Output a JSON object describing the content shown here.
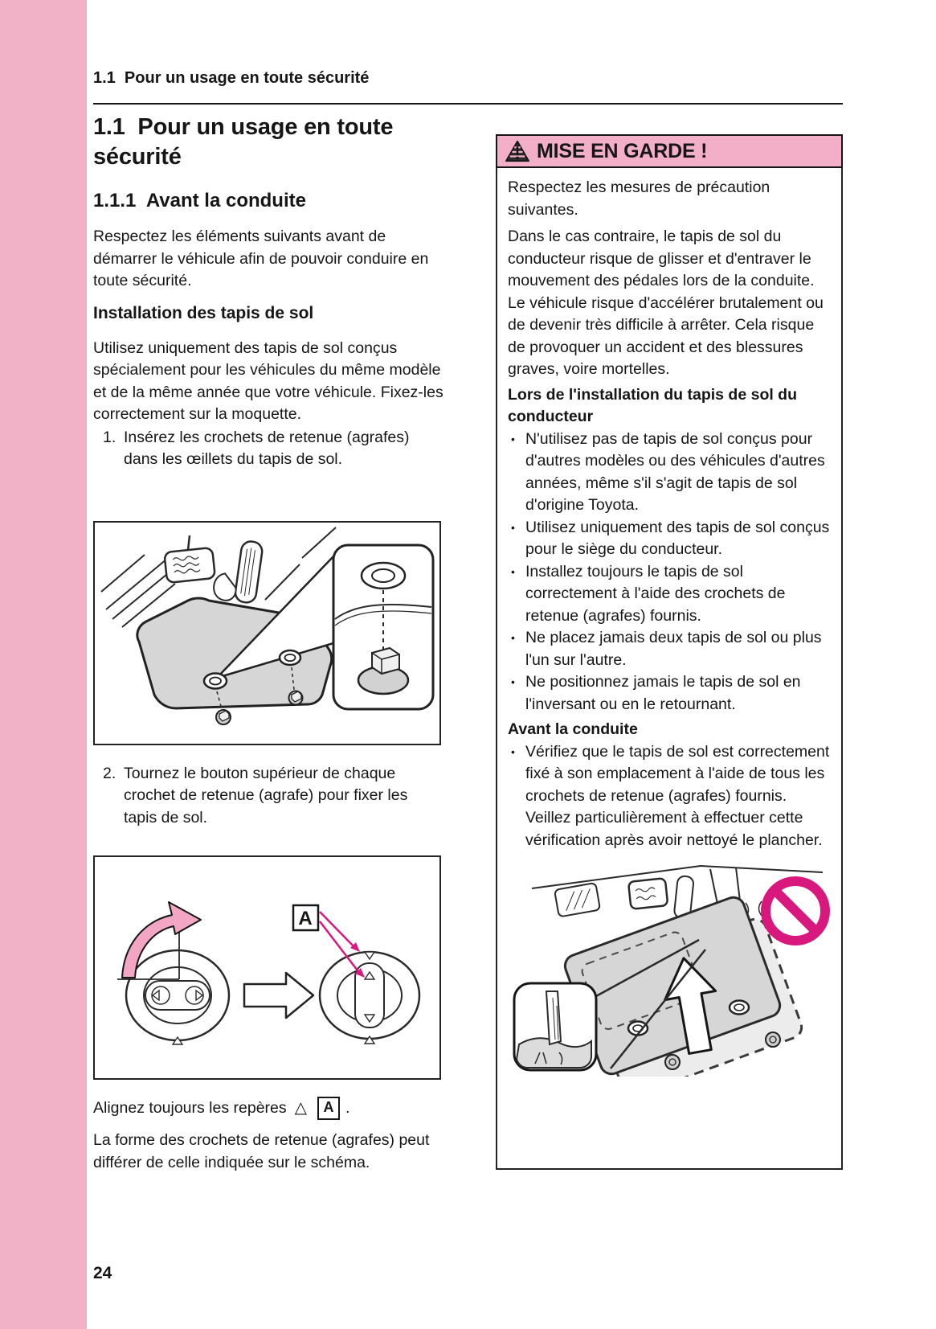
{
  "page": {
    "running_header": "1.1  Pour un usage en toute sécurité",
    "number": "24"
  },
  "glyphs": {
    "bullet": "•"
  },
  "left_column": {
    "title": "1.1  Pour un usage en toute sécurité",
    "subtitle": "1.1.1  Avant la conduite",
    "intro": "Respectez les éléments suivants avant de démarrer le véhicule afin de pouvoir conduire en toute sécurité.",
    "mats_heading": "Installation des tapis de sol",
    "mats_paragraph": "Utilisez uniquement des tapis de sol conçus spécialement pour les véhicules du même modèle et de la même année que votre véhicule. Fixez-les correctement sur la moquette.",
    "steps": [
      {
        "num": "1.",
        "text": "Insérez les crochets de retenue (agrafes) dans les œillets du tapis de sol."
      },
      {
        "num": "2.",
        "text": "Tournez le bouton supérieur de chaque crochet de retenue (agrafe) pour fixer les tapis de sol."
      }
    ],
    "align_caption_pre": "Alignez toujours les repères",
    "marker_triangle": "△",
    "marker_label": "A",
    "align_caption_post": ".",
    "note": "La forme des crochets de retenue (agrafes) peut différer de celle indiquée sur le schéma."
  },
  "warning": {
    "title": "MISE EN GARDE !",
    "intro": "Respectez les mesures de précaution suivantes.",
    "body": "Dans le cas contraire, le tapis de sol du conducteur risque de glisser et d'entraver le mouvement des pédales lors de la conduite. Le véhicule risque d'accélérer brutalement ou de devenir très difficile à arrêter. Cela risque de provoquer un accident et des blessures graves, voire mortelles.",
    "subhead1": "Lors de l'installation du tapis de sol du conducteur",
    "bullets1": [
      "N'utilisez pas de tapis de sol conçus pour d'autres modèles ou des véhicules d'autres années, même s'il s'agit de tapis de sol d'origine Toyota.",
      "Utilisez uniquement des tapis de sol conçus pour le siège du conducteur.",
      "Installez toujours le tapis de sol correctement à l'aide des crochets de retenue (agrafes) fournis.",
      "Ne placez jamais deux tapis de sol ou plus l'un sur l'autre.",
      "Ne positionnez jamais le tapis de sol en l'inversant ou en le retournant."
    ],
    "subhead2": "Avant la conduite",
    "bullets2": [
      "Vérifiez que le tapis de sol est correctement fixé à son emplacement à l'aide de tous les crochets de retenue (agrafes) fournis. Veillez particulièrement à effectuer cette vérification après avoir nettoyé le plancher."
    ]
  },
  "colors": {
    "sidebar_pink": "#F1B2C8",
    "warning_header_pink": "#F3AFC8",
    "accent_magenta": "#D9187E",
    "mat_gray": "#D6D6D6",
    "text": "#161616"
  }
}
